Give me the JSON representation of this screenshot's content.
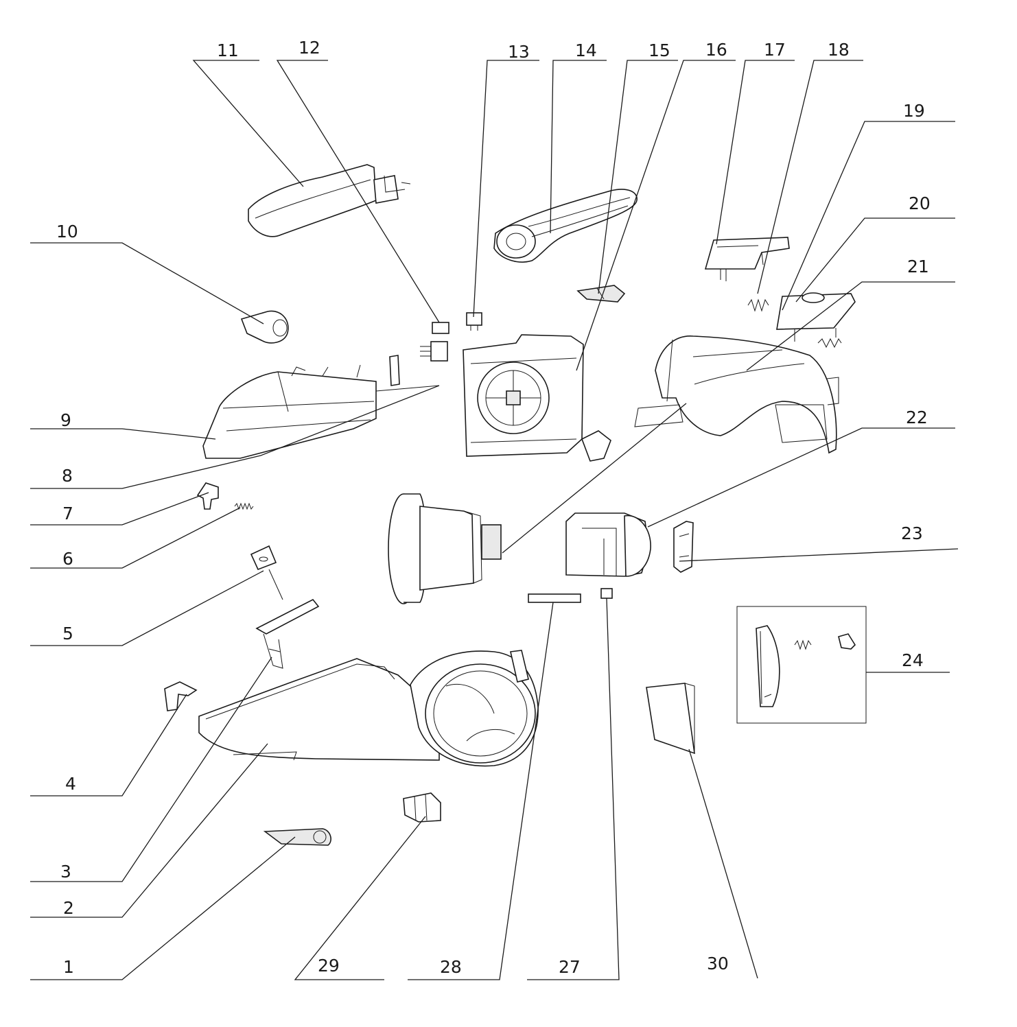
{
  "callouts": [
    {
      "id": "1",
      "text": "1"
    },
    {
      "id": "2",
      "text": "2"
    },
    {
      "id": "3",
      "text": "3"
    },
    {
      "id": "4",
      "text": "4"
    },
    {
      "id": "5",
      "text": "5"
    },
    {
      "id": "6",
      "text": "6"
    },
    {
      "id": "7",
      "text": "7"
    },
    {
      "id": "8",
      "text": "8"
    },
    {
      "id": "9",
      "text": "9"
    },
    {
      "id": "10",
      "text": "10"
    },
    {
      "id": "11",
      "text": "11"
    },
    {
      "id": "12",
      "text": "12"
    },
    {
      "id": "13",
      "text": "13"
    },
    {
      "id": "14",
      "text": "14"
    },
    {
      "id": "15",
      "text": "15"
    },
    {
      "id": "16",
      "text": "16"
    },
    {
      "id": "17",
      "text": "17"
    },
    {
      "id": "18",
      "text": "18"
    },
    {
      "id": "19",
      "text": "19"
    },
    {
      "id": "20",
      "text": "20"
    },
    {
      "id": "21",
      "text": "21"
    },
    {
      "id": "22",
      "text": "22"
    },
    {
      "id": "23",
      "text": "23"
    },
    {
      "id": "24",
      "text": "24"
    },
    {
      "id": "27",
      "text": "27"
    },
    {
      "id": "28",
      "text": "28"
    },
    {
      "id": "29",
      "text": "29"
    },
    {
      "id": "30",
      "text": "30"
    }
  ]
}
